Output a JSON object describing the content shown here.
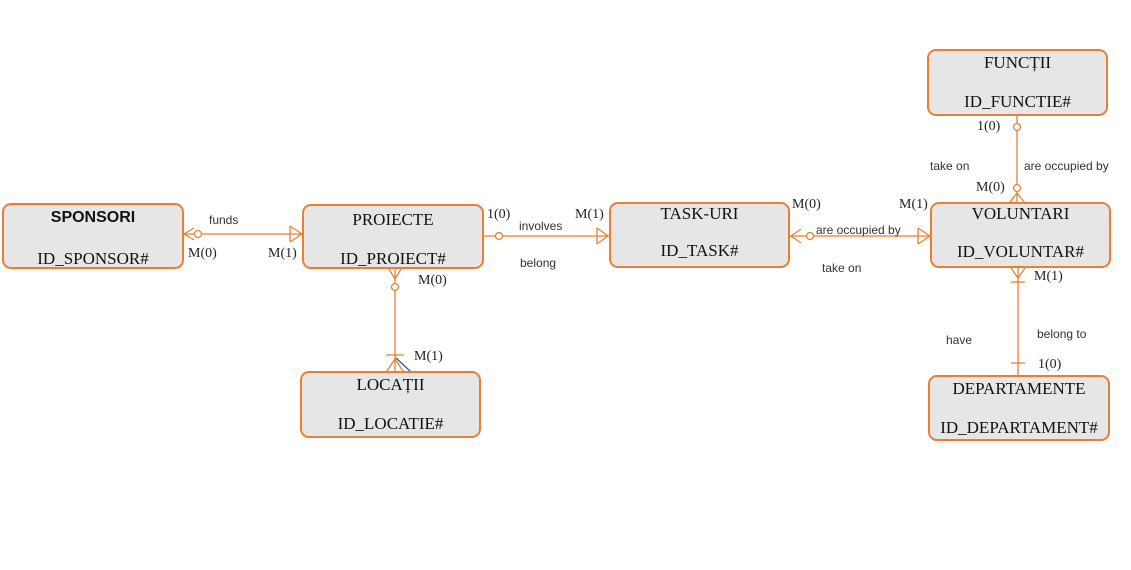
{
  "entities": {
    "sponsori": {
      "name": "SPONSORI",
      "key": "ID_SPONSOR#"
    },
    "proiecte": {
      "name": "PROIECTE",
      "key": "ID_PROIECT#"
    },
    "task_uri": {
      "name": "TASK-URI",
      "key": "ID_TASK#"
    },
    "voluntari": {
      "name": "VOLUNTARI",
      "key": "ID_VOLUNTAR#"
    },
    "functii": {
      "name": "FUNCȚII",
      "key": "ID_FUNCTIE#"
    },
    "locatii": {
      "name": "LOCAȚII",
      "key": "ID_LOCATIE#"
    },
    "departamente": {
      "name": "DEPARTAMENTE",
      "key": "ID_DEPARTAMENT#"
    }
  },
  "relationships": {
    "sponsori_proiecte": {
      "label": "funds",
      "card_sponsor": "M(0)",
      "card_proiect": "M(1)"
    },
    "proiecte_task": {
      "label_top": "involves",
      "label_bottom": "belong",
      "card_proiect": "1(0)",
      "card_task": "M(1)"
    },
    "task_voluntari": {
      "label_top": "are occupied by",
      "label_bottom": "take on",
      "card_task": "M(0)",
      "card_voluntar": "M(1)"
    },
    "functii_voluntari": {
      "label_left": "take on",
      "label_right": "are occupied by",
      "card_functie": "1(0)",
      "card_voluntar": "M(0)"
    },
    "proiecte_locatii": {
      "card_proiect": "M(0)",
      "card_locatie": "M(1)"
    },
    "voluntari_departamente": {
      "label_left": "have",
      "label_right": "belong to",
      "card_voluntar": "M(1)",
      "card_departament": "1(0)"
    }
  },
  "colors": {
    "line": "#ed7d31",
    "box_fill": "#e6e6e6",
    "accent_blue": "#2f5597"
  }
}
